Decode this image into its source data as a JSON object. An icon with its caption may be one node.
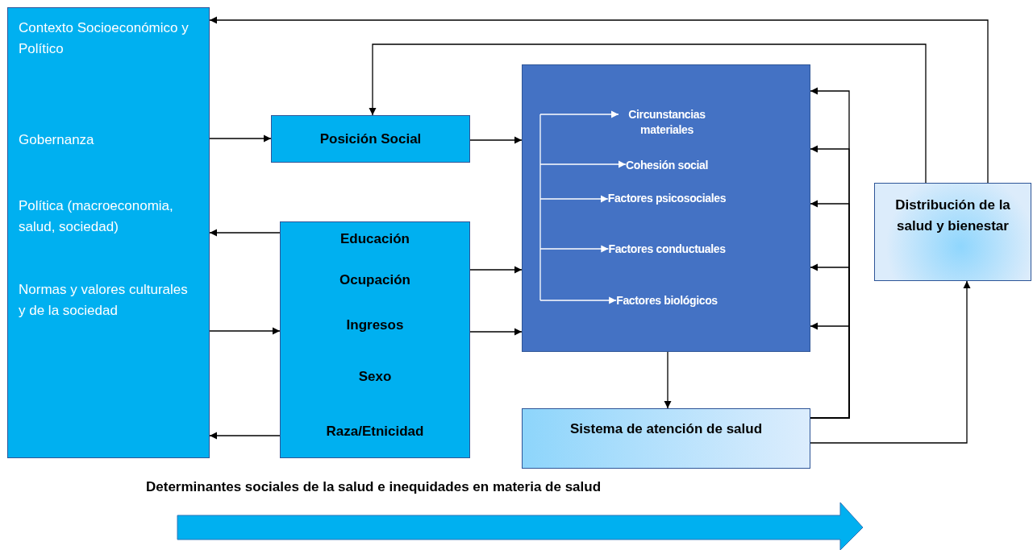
{
  "diagram": {
    "nodes": [
      {
        "text": [
          "Contexto Socioeconómico y Político",
          "Gobernanza",
          "Política (macroeconomia, salud, sociedad)",
          "Normas y valores culturales y de la sociedad"
        ]
      },
      {
        "text": [
          "Posición Social"
        ]
      },
      {
        "text": [
          "Educación",
          "Ocupación",
          "Ingresos",
          "Sexo",
          "Raza/Etnicidad"
        ]
      },
      {
        "text": [],
        "shape": "box"
      },
      {
        "text": [
          "Circunstancias materiales"
        ],
        "in": 3
      },
      {
        "text": [
          "Cohesión social"
        ],
        "in": 3
      },
      {
        "text": [
          "Factores psicosociales"
        ],
        "in": 3
      },
      {
        "text": [
          "Factores conductuales"
        ],
        "in": 3
      },
      {
        "text": [
          "Factores biológicos"
        ],
        "in": 3
      },
      {
        "text": [
          "Sistema de atención de salud"
        ]
      },
      {
        "text": [
          "Distribución de la salud y bienestar"
        ]
      }
    ],
    "edges": [
      {
        "from": 10,
        "to": 0,
        "arrow": "to"
      },
      {
        "from": 10,
        "to": 1,
        "arrow": "to"
      },
      {
        "from": 0,
        "to": 1,
        "arrow": "to"
      },
      {
        "from": 2,
        "to": 0,
        "arrow": "to"
      },
      {
        "from": 0,
        "to": 2,
        "arrow": "to"
      },
      {
        "from": 2,
        "to": 0,
        "arrow": "to"
      },
      {
        "from": 1,
        "to": 3,
        "arrow": "to"
      },
      {
        "from": 2,
        "to": 3,
        "arrow": "to"
      },
      {
        "from": 2,
        "to": 3,
        "arrow": "to"
      },
      {
        "from": 3,
        "to": 9,
        "arrow": "to"
      },
      {
        "from": 9,
        "to": 3,
        "arrow": "to"
      },
      {
        "from": 9,
        "to": 3,
        "arrow": "to"
      },
      {
        "from": 9,
        "to": 3,
        "arrow": "to"
      },
      {
        "from": 9,
        "to": 3,
        "arrow": "to"
      },
      {
        "from": 9,
        "to": 3,
        "arrow": "to"
      },
      {
        "from": 9,
        "to": 10,
        "arrow": "to"
      },
      {
        "from": null,
        "to": 4,
        "arrow": "to",
        "color": "#ffffff"
      },
      {
        "from": null,
        "to": 5,
        "arrow": "to",
        "color": "#ffffff"
      },
      {
        "from": null,
        "to": 6,
        "arrow": "to",
        "color": "#ffffff"
      },
      {
        "from": null,
        "to": 7,
        "arrow": "to",
        "color": "#ffffff"
      },
      {
        "from": null,
        "to": 8,
        "arrow": "to",
        "color": "#ffffff"
      }
    ],
    "labels": [
      "Determinantes sociales de la salud e inequidades en materia de salud"
    ]
  }
}
